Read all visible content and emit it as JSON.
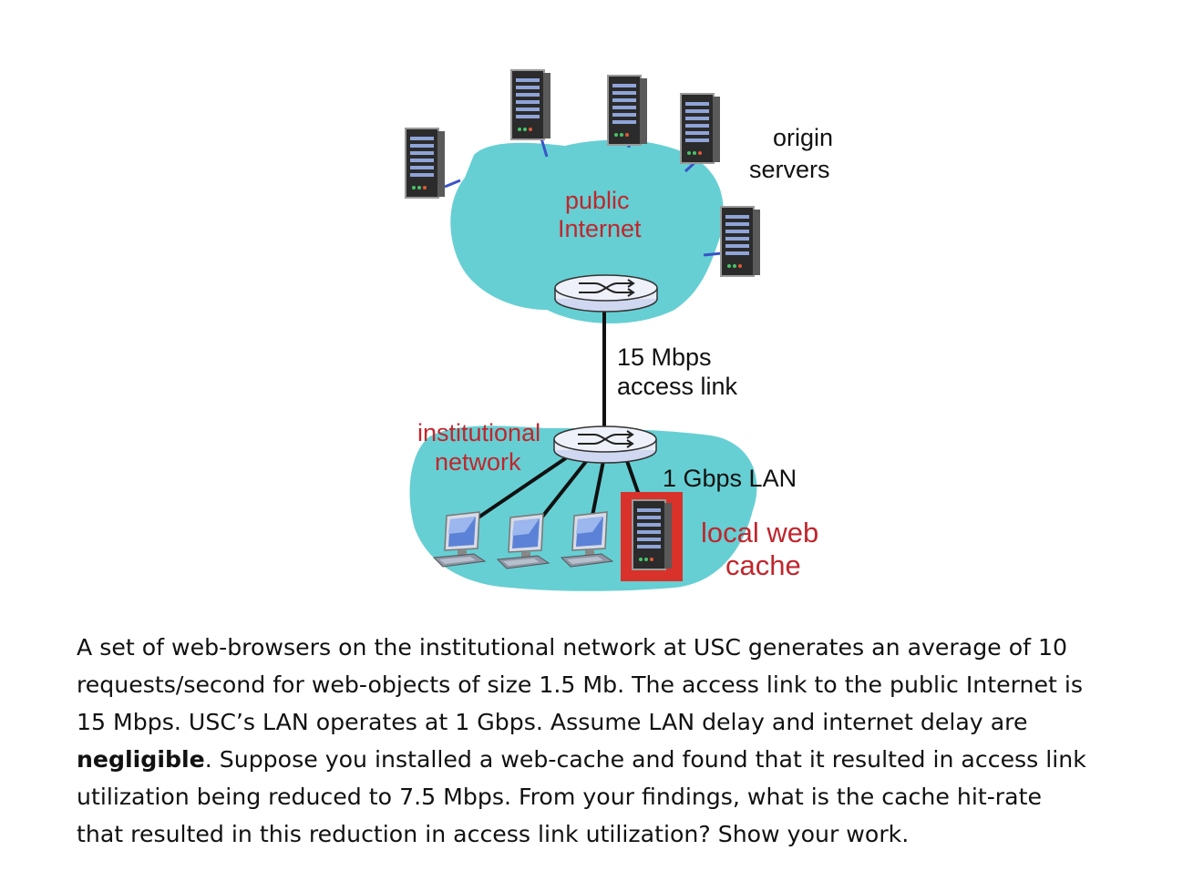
{
  "diagram": {
    "labels": {
      "origin_servers": [
        "origin",
        "servers"
      ],
      "public_internet": [
        "public",
        "Internet"
      ],
      "access_link": [
        "15 Mbps",
        "access link"
      ],
      "institutional_network": [
        "institutional",
        "network"
      ],
      "lan": "1 Gbps LAN",
      "local_cache": [
        "local web",
        "cache"
      ]
    },
    "colors": {
      "cloud": "#66cfd3",
      "label_red": "#c0262d",
      "server_body": "#2b2b2b",
      "link_blue": "#3a54c8",
      "cache_highlight": "#d8322a"
    }
  },
  "question": {
    "line1": "A set of web-browsers on the institutional network at USC generates an average of 10",
    "line2": "requests/second for web-objects of size 1.5 Mb.  The access link to the public Internet is",
    "line3": "15 Mbps.    USC’s LAN operates at 1 Gbps.   Assume LAN delay and internet delay are",
    "line4_bold": "negligible",
    "line4_rest": ".   Suppose you installed a web-cache and found that it resulted in access link",
    "line5": "utilization being reduced to 7.5 Mbps.  From your findings, what is the cache hit-rate",
    "line6": "that resulted in this reduction in access link utilization?  Show your work."
  }
}
